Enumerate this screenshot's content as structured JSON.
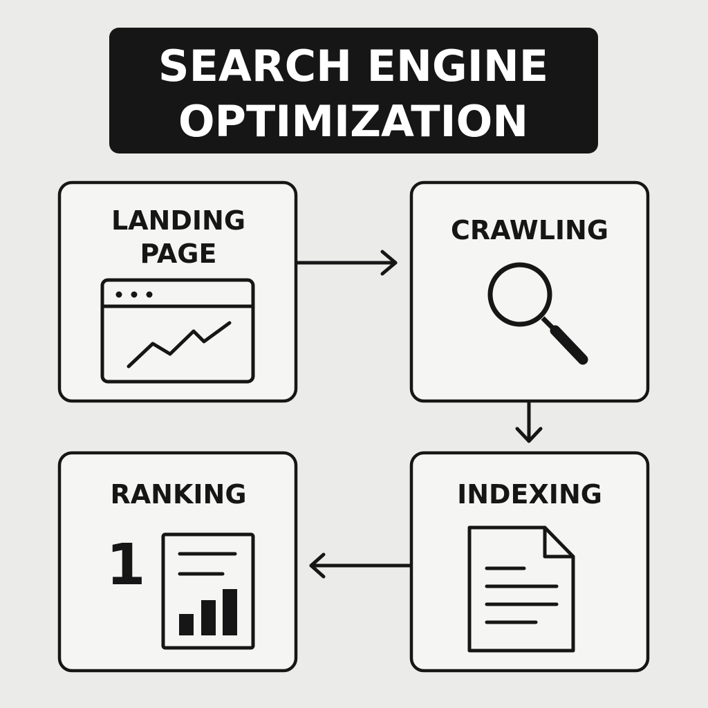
{
  "title": {
    "line1": "SEARCH ENGINE",
    "line2": "OPTIMIZATION"
  },
  "steps": {
    "landing": {
      "line1": "LANDING",
      "line2": "PAGE",
      "icon": "browser-chart-icon"
    },
    "crawling": {
      "label": "CRAWLING",
      "icon": "magnifier-icon"
    },
    "indexing": {
      "label": "INDEXING",
      "icon": "document-icon"
    },
    "ranking": {
      "label": "RANKING",
      "rank": "1",
      "icon": "report-bar-chart-icon"
    }
  },
  "colors": {
    "background": "#ebebe9",
    "ink": "#161616",
    "box_fill": "#f5f5f3"
  }
}
